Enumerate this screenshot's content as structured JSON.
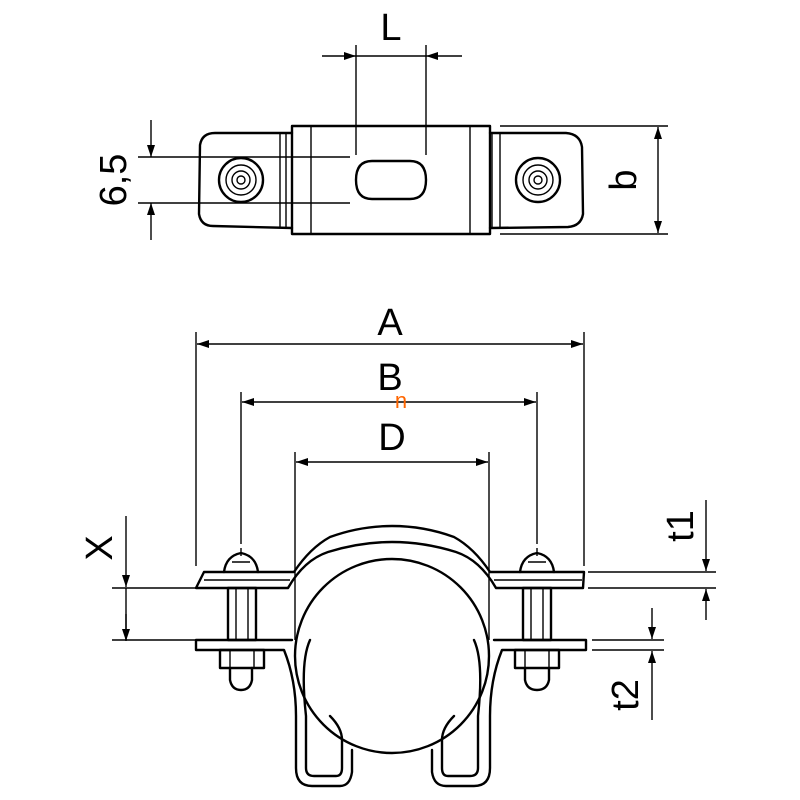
{
  "labels": {
    "L": "L",
    "six_five": "6,5",
    "b": "b",
    "A": "A",
    "B": "B",
    "D": "D",
    "X": "X",
    "t1": "t1",
    "t2": "t2"
  },
  "watermark": {
    "text": "n",
    "color": "#ff6600"
  },
  "colors": {
    "line": "#000000",
    "background": "#ffffff"
  }
}
